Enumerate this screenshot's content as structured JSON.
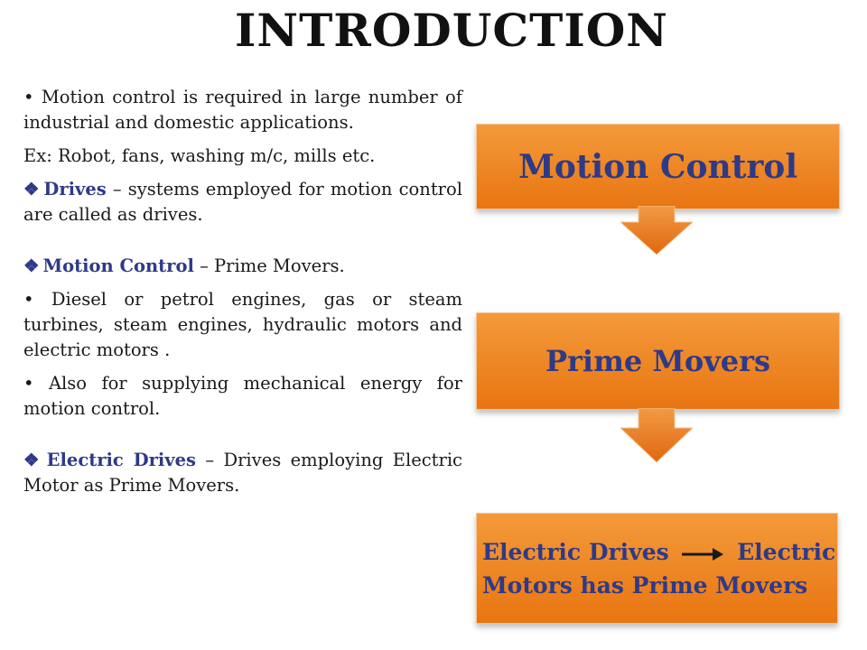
{
  "slide": {
    "title": "INTRODUCTION"
  },
  "left": {
    "p1": "Motion control is required in large number of industrial and domestic applications.",
    "p2": "Ex: Robot, fans, washing m/c, mills etc.",
    "p3_key": "Drives",
    "p3_rest": " – systems employed for motion control are called as drives.",
    "p4_key": "Motion Control",
    "p4_rest": " – Prime Movers.",
    "p5": "Diesel or petrol engines, gas or steam turbines, steam engines, hydraulic motors and electric motors .",
    "p6": "Also for supplying mechanical energy for motion control.",
    "p7_key": "Electric Drives",
    "p7_rest": " – Drives employing Electric Motor as Prime Movers."
  },
  "flow": {
    "box1": "Motion Control",
    "box2": "Prime Movers",
    "box3_a": "Electric Drives",
    "box3_b": "Electric",
    "box3_c": "Motors has Prime Movers"
  },
  "colors": {
    "box_fill": "#ee8425",
    "box_text": "#2e3a87",
    "arrow": "#e6741a"
  }
}
